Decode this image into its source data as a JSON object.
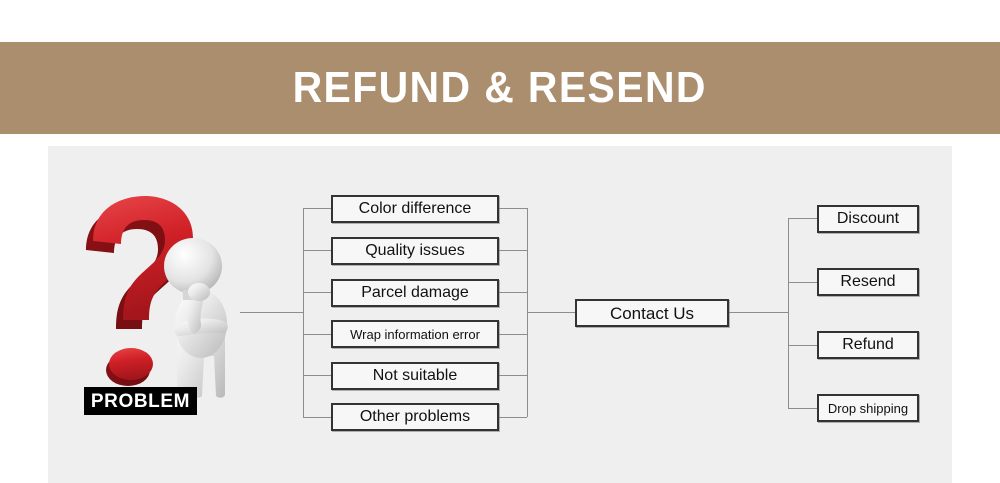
{
  "banner": {
    "title": "REFUND & RESEND",
    "background_color": "#ab8e6d",
    "text_color": "#ffffff"
  },
  "panel": {
    "background_color": "#efefef"
  },
  "problem": {
    "label": "PROBLEM",
    "icon": "question-mark-thinking-person",
    "question_mark_color": "#d0242b",
    "label_background": "#000000",
    "label_color": "#ffffff"
  },
  "diagram": {
    "type": "flowchart",
    "line_color": "#8d8d8d",
    "box_border_color": "#333333",
    "box_background": "#f7f7f7",
    "problem_reasons": [
      {
        "label": "Color difference",
        "small": false
      },
      {
        "label": "Quality issues",
        "small": false
      },
      {
        "label": "Parcel damage",
        "small": false
      },
      {
        "label": "Wrap information error",
        "small": true
      },
      {
        "label": "Not suitable",
        "small": false
      },
      {
        "label": "Other problems",
        "small": false
      }
    ],
    "hub": {
      "label": "Contact Us"
    },
    "solutions": [
      {
        "label": "Discount",
        "small": false
      },
      {
        "label": "Resend",
        "small": false
      },
      {
        "label": "Refund",
        "small": false
      },
      {
        "label": "Drop shipping",
        "small": true
      }
    ]
  }
}
